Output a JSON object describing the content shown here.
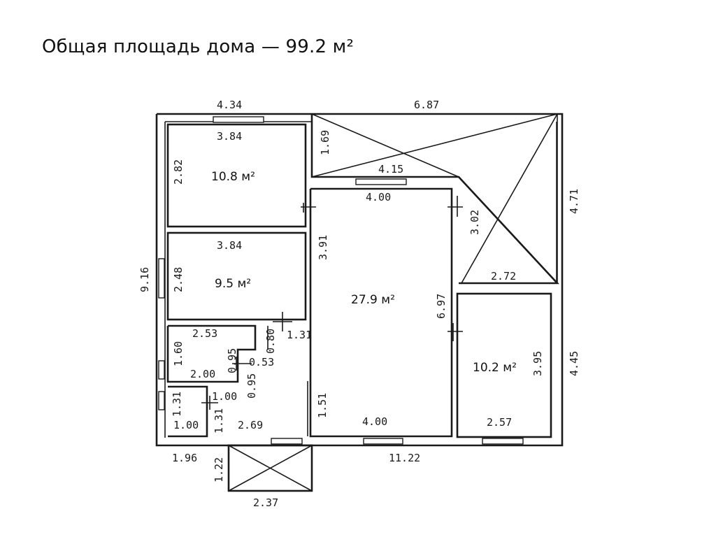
{
  "title": "Общая площадь дома — 99.2 м²",
  "areas": {
    "room1": "10.8 м²",
    "room2": "9.5 м²",
    "living": "27.9 м²",
    "room4": "10.2 м²"
  },
  "dims": {
    "top_left": "4.34",
    "top_right": "6.87",
    "r1_inner": "3.84",
    "r1_height": "2.82",
    "veranda_h": "1.69",
    "corridor": "4.15",
    "living_top": "4.00",
    "living_right_upper": "3.02",
    "right_outer_upper": "4.71",
    "r2_width": "3.84",
    "r2_height": "2.48",
    "left_outer": "9.16",
    "living_left": "3.91",
    "triangle_base": "2.72",
    "living_right": "6.97",
    "r4_height": "3.95",
    "right_outer_lower": "4.45",
    "bath_width": "2.53",
    "door_gap": "1.31",
    "bath_height": "1.60",
    "bath_step": "0.95",
    "bath_step_w": "0.53",
    "bath_stub": "0.80",
    "bath_bottom": "2.00",
    "bath_step2": "0.95",
    "wc_h": "1.31",
    "wc_w": "1.00",
    "wc_bottom": "1.00",
    "wc_side": "1.31",
    "hall_bottom": "2.69",
    "living_bottom_h": "1.51",
    "living_bottom": "4.00",
    "r4_bottom": "2.57",
    "bottom_left": "1.96",
    "bottom_total": "11.22",
    "porch_h": "1.22",
    "porch_w": "2.37"
  }
}
